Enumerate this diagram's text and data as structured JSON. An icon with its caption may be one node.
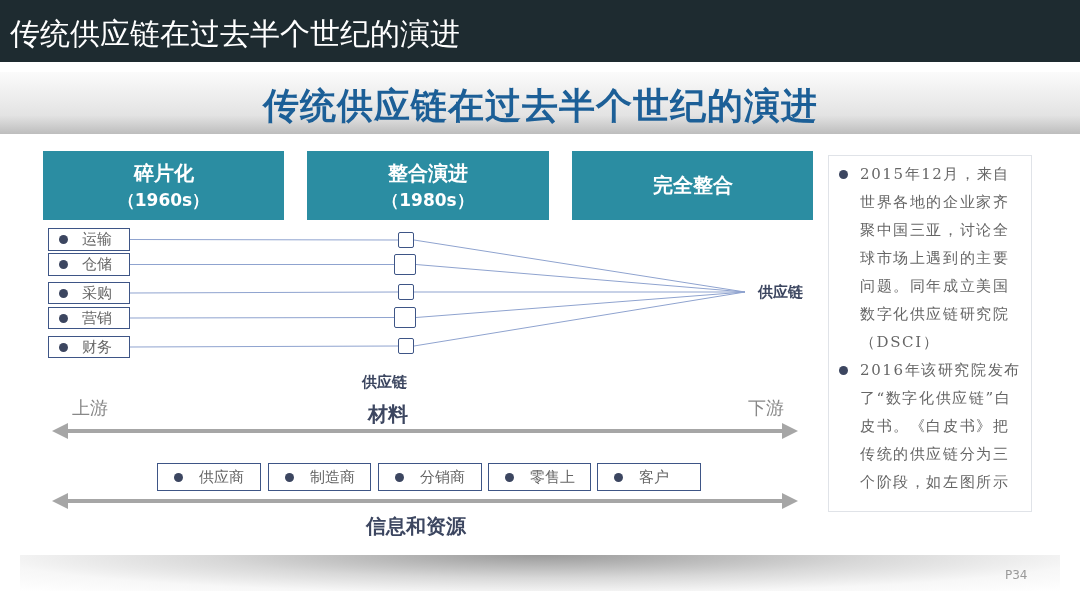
{
  "diagram": {
    "title": "传统供应链在过去半个世纪的演进",
    "nodes": [
      {
        "text": [
          "碎片化",
          "（1960s）"
        ]
      },
      {
        "text": [
          "整合演进",
          "（1980s）"
        ]
      },
      {
        "text": [
          "完全整合"
        ]
      },
      {
        "text": [
          "运输"
        ]
      },
      {
        "text": [
          "仓储"
        ]
      },
      {
        "text": [
          "采购"
        ]
      },
      {
        "text": [
          "营销"
        ]
      },
      {
        "text": [
          "财务"
        ]
      },
      {
        "text": [],
        "shape": "box"
      },
      {
        "text": [],
        "shape": "box"
      },
      {
        "text": [],
        "shape": "box"
      },
      {
        "text": [],
        "shape": "box"
      },
      {
        "text": [],
        "shape": "box"
      },
      {
        "text": [
          "供应链"
        ]
      },
      {
        "text": [
          "供应商"
        ]
      },
      {
        "text": [
          "制造商"
        ]
      },
      {
        "text": [
          "分销商"
        ]
      },
      {
        "text": [
          "零售上"
        ]
      },
      {
        "text": [
          "客户"
        ]
      },
      {
        "text": [
          "2015年12月，来自世界各地的企业家齐聚中国三亚，讨论全球市场上遇到的主要问题。同年成立美国数字化供应链研究院（DSCI）",
          "2016年该研究院发布了“数字化供应链”白皮书。《白皮书》把传统的供应链分为三个阶段，如左图所示"
        ]
      }
    ],
    "edges": [
      {
        "from": 3,
        "to": 8,
        "arrow": "none"
      },
      {
        "from": 4,
        "to": 9,
        "arrow": "none"
      },
      {
        "from": 5,
        "to": 10,
        "arrow": "none"
      },
      {
        "from": 6,
        "to": 11,
        "arrow": "none"
      },
      {
        "from": 7,
        "to": 12,
        "arrow": "none"
      },
      {
        "from": 8,
        "to": 13,
        "arrow": "none"
      },
      {
        "from": 9,
        "to": 13,
        "arrow": "none"
      },
      {
        "from": 10,
        "to": 13,
        "arrow": "none"
      },
      {
        "from": 11,
        "to": 13,
        "arrow": "none"
      },
      {
        "from": 12,
        "to": 13,
        "arrow": "none"
      }
    ],
    "labels": [
      "传统供应链在过去半个世纪的演进",
      "供应链",
      "上游",
      "材料",
      "下游",
      "信息和资源",
      "P34"
    ]
  }
}
